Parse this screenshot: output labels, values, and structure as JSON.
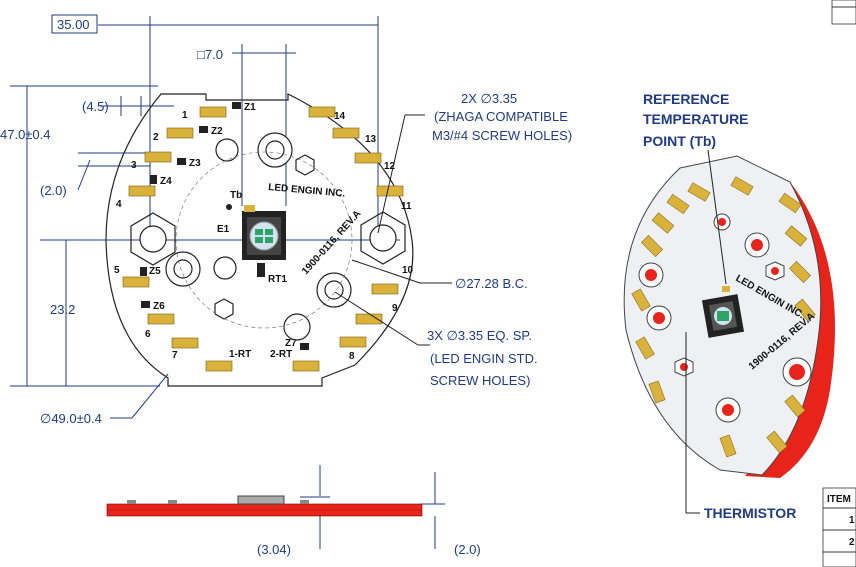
{
  "colors": {
    "dimension": "#1f3b86",
    "pad": "#d8b23a",
    "pcb_edge": "#e8231a",
    "board": "#ffffff",
    "outline": "#222222"
  },
  "top_view": {
    "dim_width": "35.00",
    "dim_led_size": "□7.0",
    "dim_4_5": "(4.5)",
    "dim_height": "47.0±0.4",
    "dim_2_0": "(2.0)",
    "dim_23_2": "23.2",
    "dim_diameter": "∅49.0±0.4",
    "board_label": "LED ENGIN INC.",
    "board_rev": "1900-0116, REV.A",
    "tb_label": "Tb",
    "e1_label": "E1",
    "rt1_label": "RT1",
    "pad_numbers": [
      "1",
      "2",
      "3",
      "4",
      "5",
      "6",
      "7",
      "8",
      "9",
      "10",
      "11",
      "12",
      "13",
      "14"
    ],
    "z_labels": [
      "Z1",
      "Z2",
      "Z3",
      "Z4",
      "Z5",
      "Z6",
      "Z7"
    ],
    "rt_labels": [
      "1-RT",
      "2-RT"
    ]
  },
  "callouts": {
    "zhaga_line1": "2X ∅3.35",
    "zhaga_line2": "(ZHAGA COMPATIBLE",
    "zhaga_line3": "M3/#4 SCREW HOLES)",
    "bc": "∅27.28 B.C.",
    "ledengin_line1": "3X ∅3.35 EQ. SP.",
    "ledengin_line2": "(LED ENGIN STD.",
    "ledengin_line3": "SCREW HOLES)"
  },
  "side_view": {
    "dim_3_04": "(3.04)",
    "dim_2_0b": "(2.0)"
  },
  "iso_view": {
    "ref_line1": "REFERENCE",
    "ref_line2": "TEMPERATURE",
    "ref_line3": "POINT (Tb)",
    "thermistor": "THERMISTOR",
    "board_label": "LED ENGIN INC.",
    "board_rev": "1900-0116, REV.A"
  },
  "item_table": {
    "header": "ITEM",
    "rows": [
      "1",
      "2"
    ]
  }
}
